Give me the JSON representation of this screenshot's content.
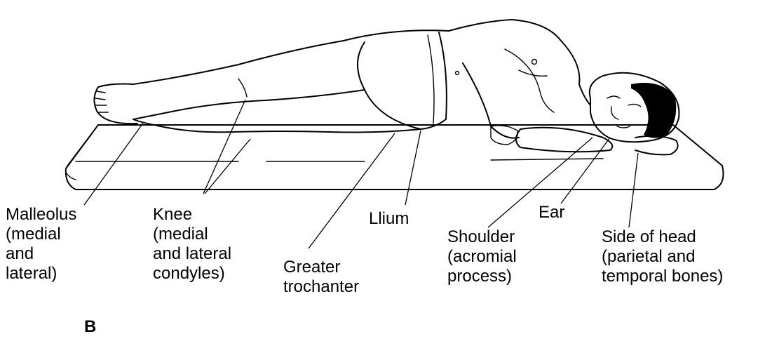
{
  "figure": {
    "panel_letter": "B"
  },
  "labels": {
    "malleolus": "Malleolus\n(medial\nand\nlateral)",
    "knee": "Knee\n(medial\nand lateral\ncondyles)",
    "greater_trochanter": "Greater\ntrochanter",
    "ilium": "Llium",
    "shoulder": "Shoulder\n(acromial\nprocess)",
    "ear": "Ear",
    "side_of_head": "Side of head\n(parietal and\ntemporal bones)"
  }
}
